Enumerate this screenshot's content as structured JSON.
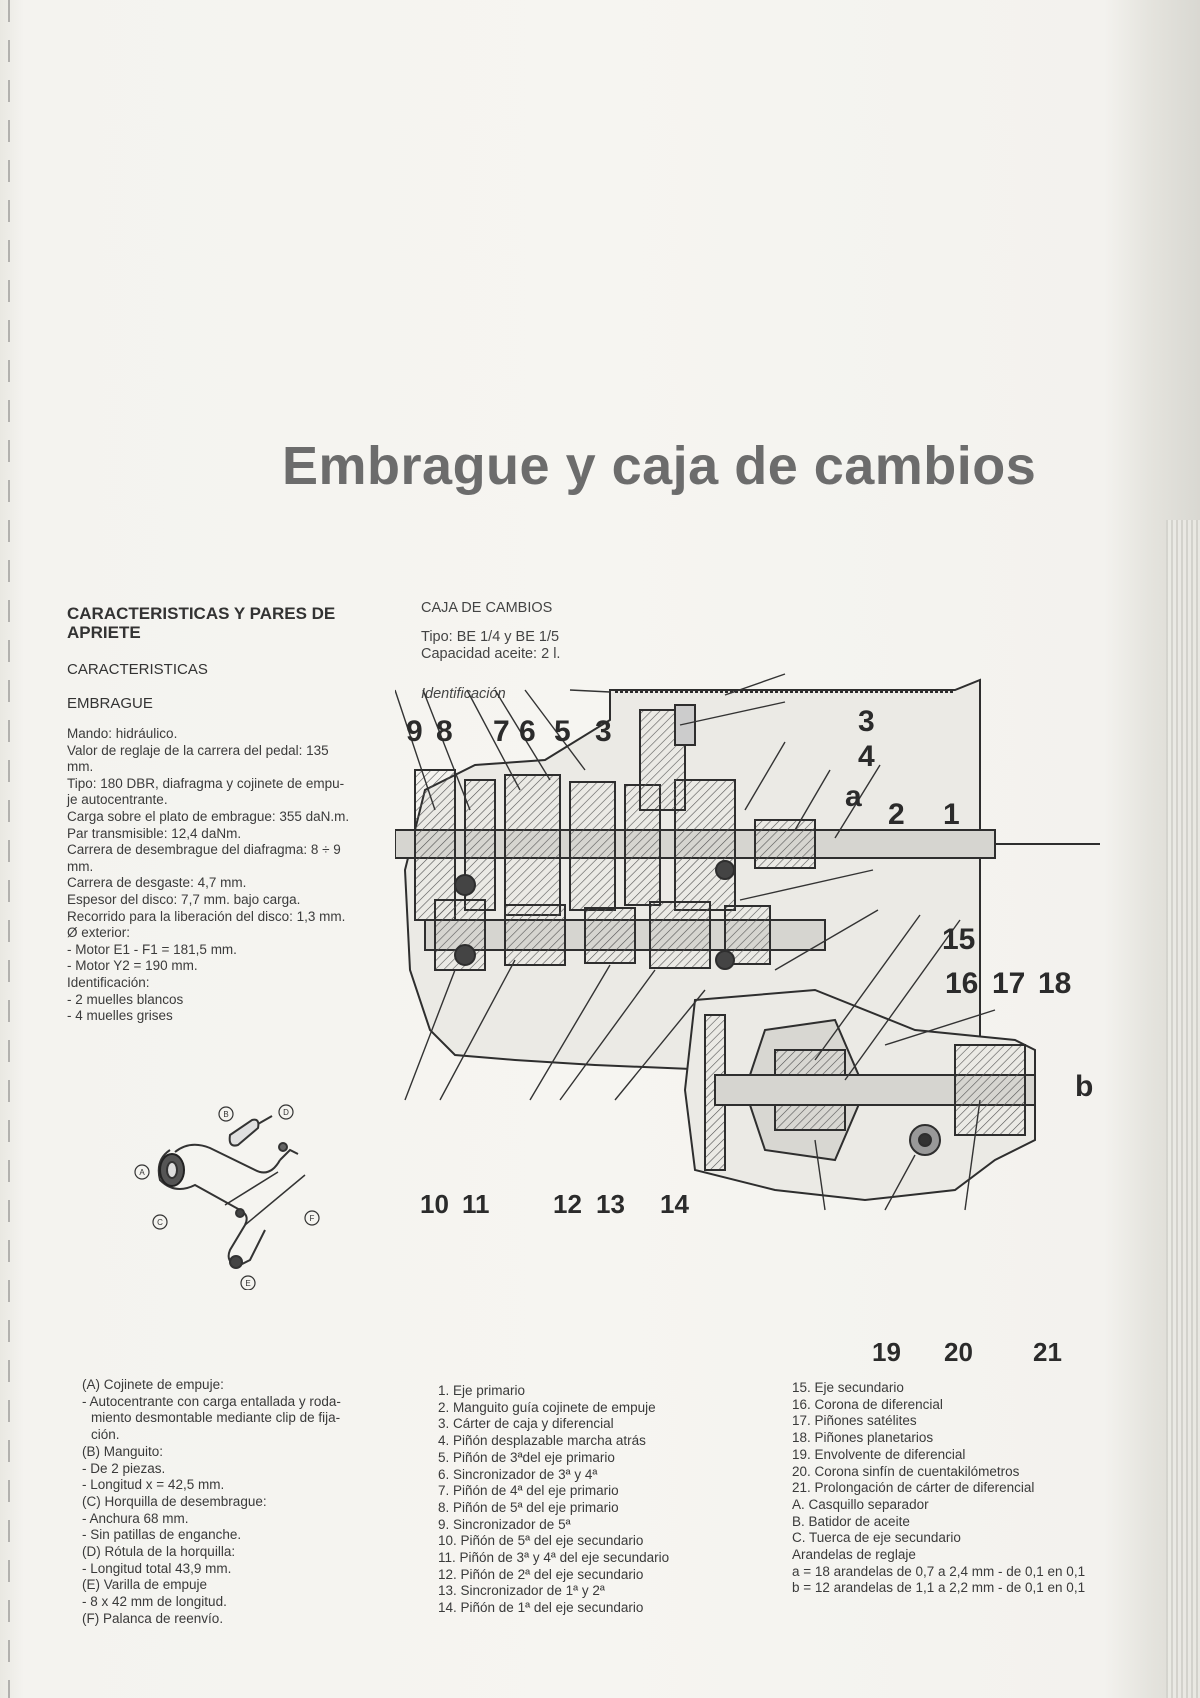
{
  "title": "Embrague y caja de cambios",
  "left": {
    "heading": "CARACTERISTICAS Y PARES DE APRIETE",
    "subheading": "CARACTERISTICAS",
    "section": "EMBRAGUE",
    "specs": [
      "Mando: hidráulico.",
      "Valor de reglaje de la carrera del pedal: 135",
      "mm.",
      "Tipo: 180 DBR, diafragma y cojinete de empu-",
      "je autocentrante.",
      "Carga sobre el plato de embrague: 355 daN.m.",
      "Par transmisible: 12,4 daNm.",
      "Carrera de desembrague del diafragma: 8 ÷ 9",
      "mm.",
      "Carrera de desgaste: 4,7 mm.",
      "Espesor del disco: 7,7 mm. bajo carga.",
      "Recorrido para la liberación del disco: 1,3 mm.",
      "Ø exterior:",
      "- Motor E1 - F1 = 181,5 mm.",
      "- Motor Y2 = 190 mm.",
      "Identificación:",
      "- 2 muelles blancos",
      "- 4 muelles grises"
    ]
  },
  "gearbox": {
    "heading": "CAJA DE CAMBIOS",
    "type": "Tipo: BE 1/4 y BE 1/5",
    "oil": "Capacidad aceite: 2 l.",
    "ident": "Identificación"
  },
  "fork_labels": [
    "A",
    "B",
    "C",
    "D",
    "E",
    "F"
  ],
  "callouts": {
    "top": [
      "9",
      "8",
      "7",
      "6",
      "5",
      "3"
    ],
    "c3": "3",
    "c4": "4",
    "ca": "a",
    "c2": "2",
    "c1": "1",
    "c15": "15",
    "c16": "16",
    "c17": "17",
    "c18": "18",
    "cb": "b",
    "c10": "10",
    "c11": "11",
    "c12": "12",
    "c13": "13",
    "c14": "14",
    "c19": "19",
    "c20": "20",
    "c21": "21"
  },
  "legend_left": [
    "(A) Cojinete de empuje:",
    "- Autocentrante con carga entallada y roda-",
    "miento desmontable mediante clip de fija-",
    "ción.",
    "(B) Manguito:",
    "- De 2 piezas.",
    "- Longitud x = 42,5 mm.",
    "(C) Horquilla de desembrague:",
    "- Anchura 68 mm.",
    "- Sin patillas de enganche.",
    "(D) Rótula de la horquilla:",
    "- Longitud total 43,9 mm.",
    "(E) Varilla de empuje",
    "- 8 x 42 mm de longitud.",
    "(F) Palanca de reenvío."
  ],
  "legend_mid": [
    "1. Eje primario",
    "2. Manguito guía cojinete de empuje",
    "3. Cárter de caja y diferencial",
    "4. Piñón desplazable marcha atrás",
    "5. Piñón de 3ªdel eje primario",
    "6. Sincronizador de 3ª y 4ª",
    "7. Piñón de 4ª del eje primario",
    "8. Piñón de 5ª del eje primario",
    "9. Sincronizador de 5ª",
    "10. Piñón de 5ª del eje secundario",
    "11. Piñón de 3ª y 4ª del eje secundario",
    "12. Piñón de 2ª del eje secundario",
    "13. Sincronizador de 1ª y 2ª",
    "14. Piñón de 1ª del eje secundario"
  ],
  "legend_right": [
    "15. Eje secundario",
    "16. Corona de diferencial",
    "17. Piñones satélites",
    "18. Piñones planetarios",
    "19. Envolvente de diferencial",
    "20. Corona sinfín de cuentakilómetros",
    "21. Prolongación de cárter de diferencial",
    "A. Casquillo separador",
    "B. Batidor de aceite",
    "C. Tuerca de eje secundario",
    "Arandelas de reglaje",
    "a = 18 arandelas de 0,7 a 2,4 mm - de 0,1 en 0,1",
    "b = 12 arandelas de 1,1 a 2,2 mm - de 0,1 en 0,1"
  ]
}
